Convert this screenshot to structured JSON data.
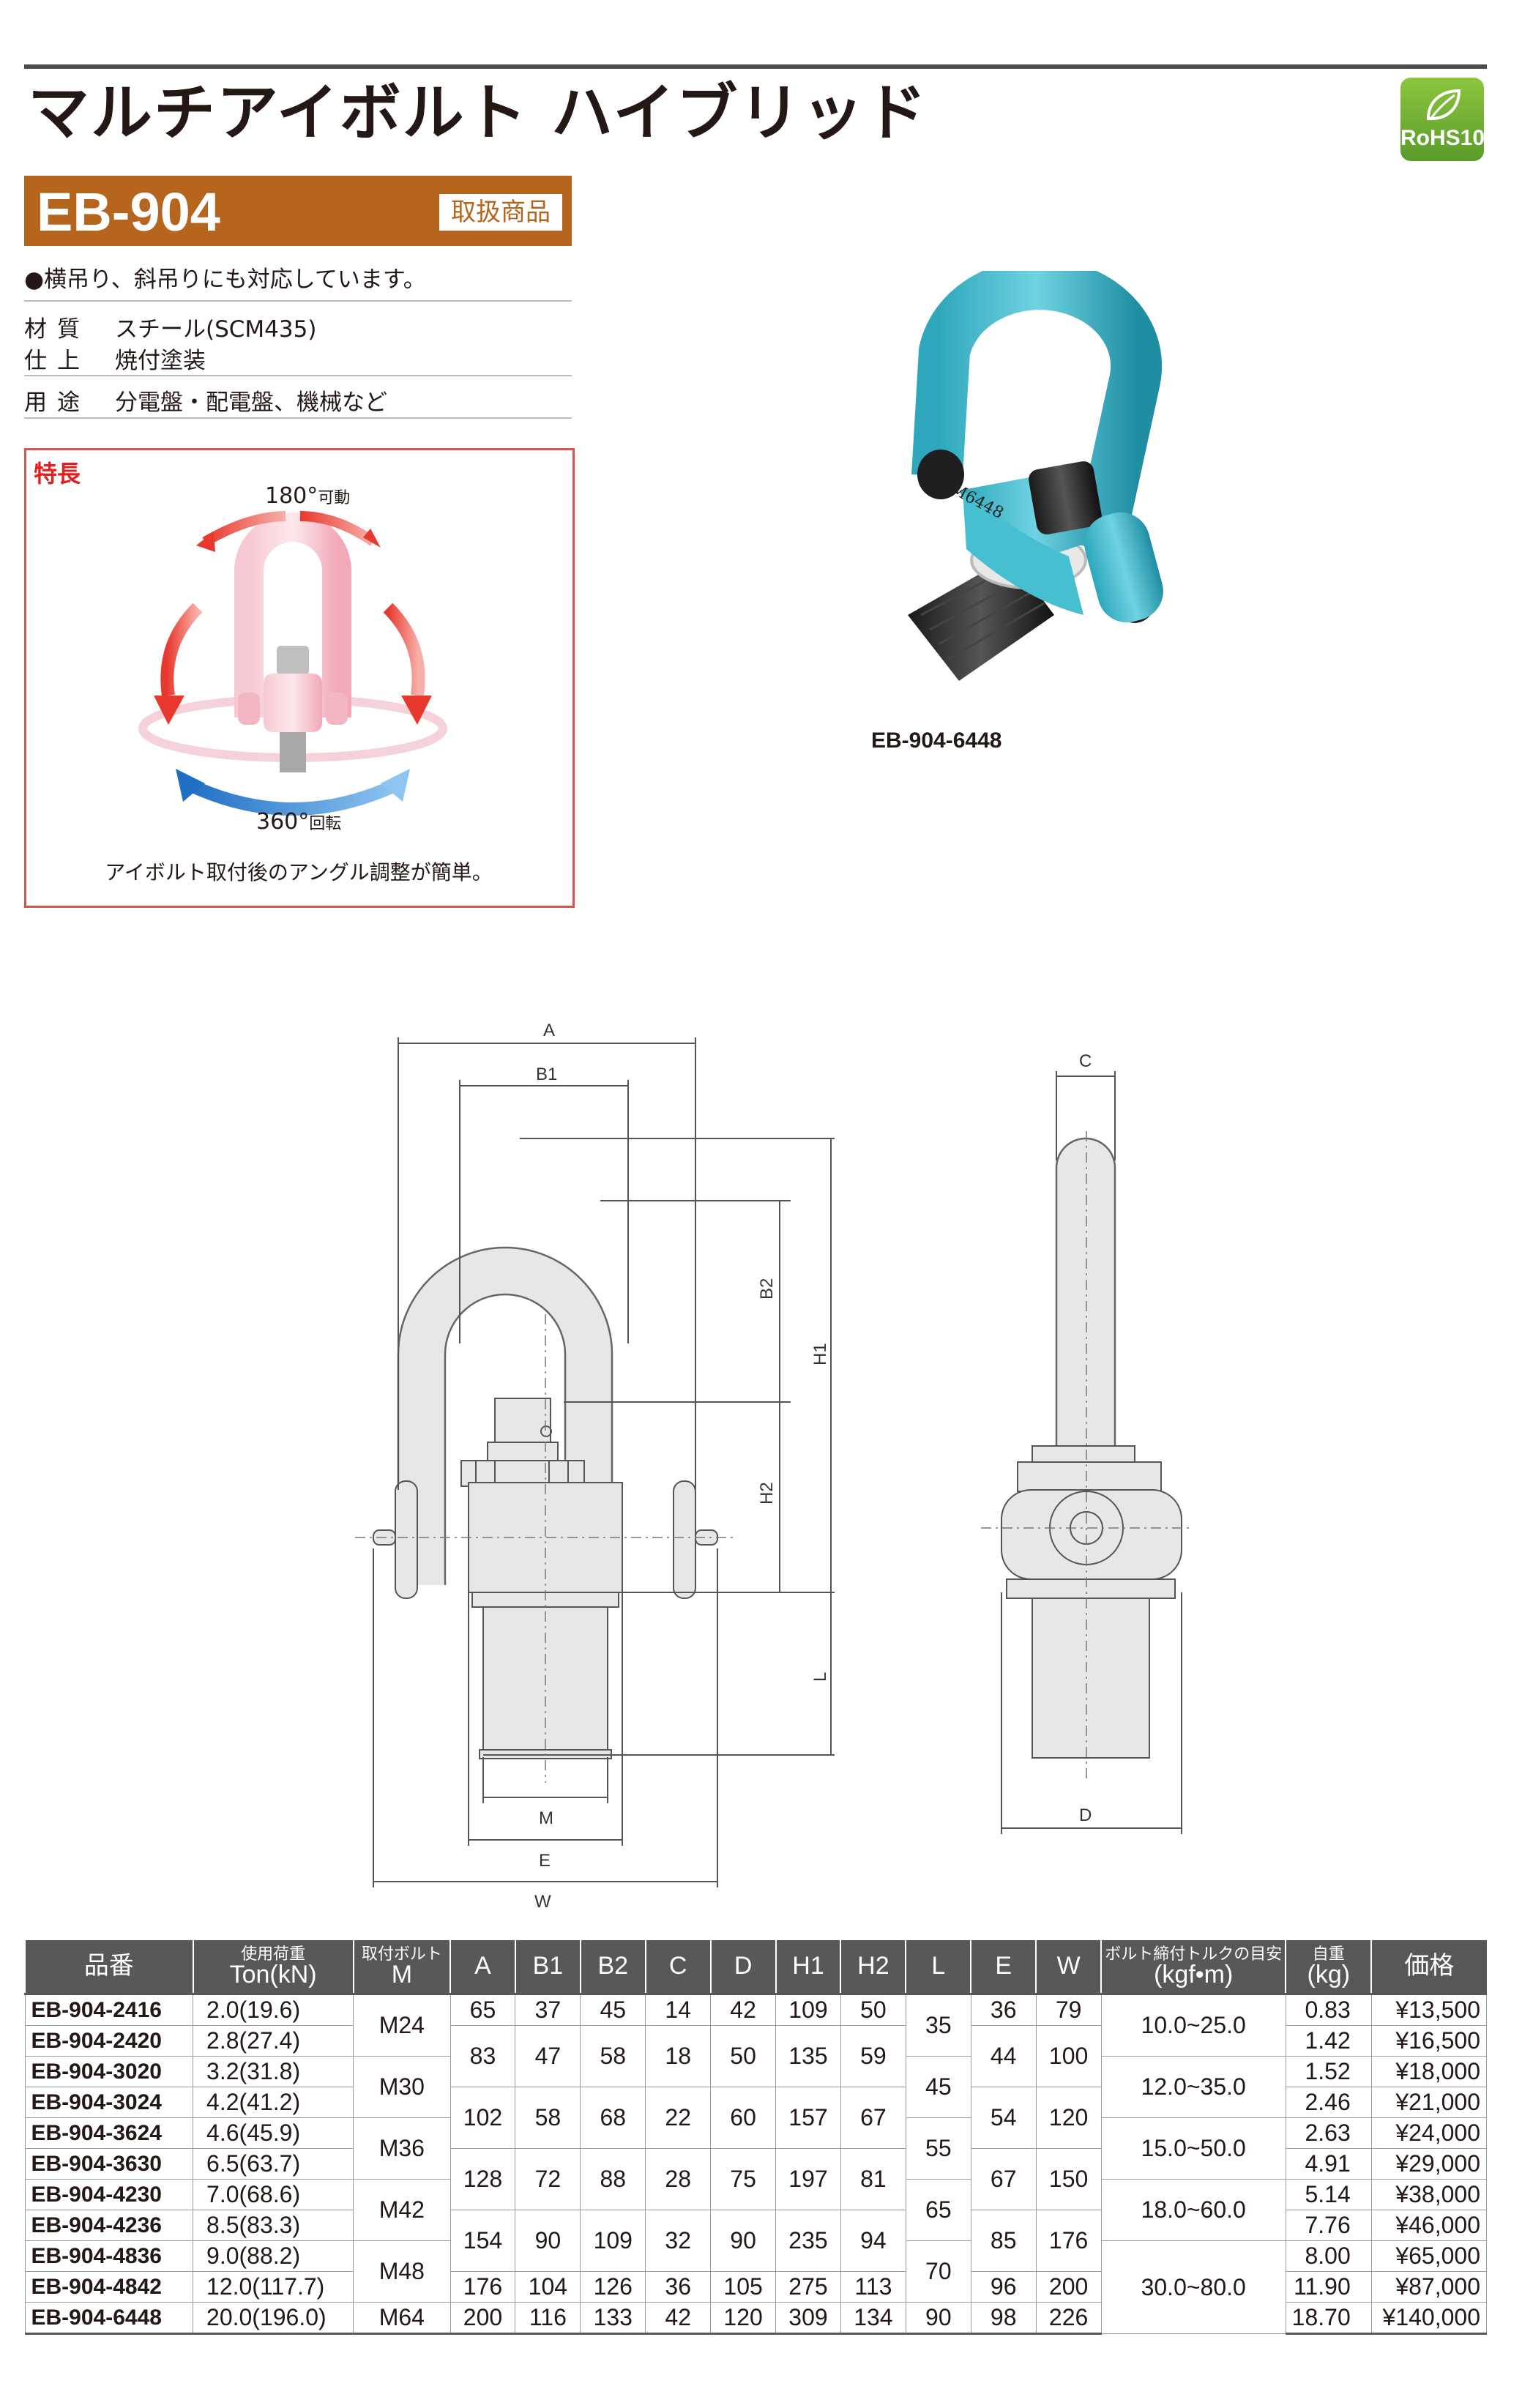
{
  "header": {
    "title": "マルチアイボルト ハイブリッド",
    "rohs_label": "RoHS10",
    "model": "EB-904",
    "handling_badge": "取扱商品"
  },
  "intro": {
    "bullet": "●横吊り、斜吊りにも対応しています。",
    "specs": [
      {
        "key": "材質",
        "value": "スチール(SCM435)"
      },
      {
        "key": "仕上",
        "value": "焼付塗装"
      },
      {
        "key": "用途",
        "value": "分電盤・配電盤、機械など"
      }
    ]
  },
  "features": {
    "title": "特長",
    "rotate_label_num": "180°",
    "rotate_label_txt": "可動",
    "swivel_label_num": "360°",
    "swivel_label_txt": "回転",
    "caption": "アイボルト取付後のアングル調整が簡単。"
  },
  "photo": {
    "stamp": "M6448",
    "label": "EB-904-6448"
  },
  "drawing": {
    "dims": {
      "A": "A",
      "B1": "B1",
      "B2": "B2",
      "H1": "H1",
      "H2": "H2",
      "L": "L",
      "M": "M",
      "E": "E",
      "W": "W",
      "C": "C",
      "D": "D"
    }
  },
  "table": {
    "headers": {
      "code": "品番",
      "load_top": "使用荷重",
      "load_unit": "Ton(kN)",
      "bolt_top": "取付ボルト",
      "bolt_unit": "M",
      "A": "A",
      "B1": "B1",
      "B2": "B2",
      "C": "C",
      "D": "D",
      "H1": "H1",
      "H2": "H2",
      "L": "L",
      "E": "E",
      "W": "W",
      "torque_top": "ボルト締付トルクの目安",
      "torque_unit": "(kgf•m)",
      "weight_top": "自重",
      "weight_unit": "(kg)",
      "price": "価格"
    },
    "rows": [
      {
        "code": "EB-904-2416",
        "load": "2.0(19.6)",
        "weight": "0.83",
        "price": "¥13,500"
      },
      {
        "code": "EB-904-2420",
        "load": "2.8(27.4)",
        "weight": "1.42",
        "price": "¥16,500"
      },
      {
        "code": "EB-904-3020",
        "load": "3.2(31.8)",
        "weight": "1.52",
        "price": "¥18,000"
      },
      {
        "code": "EB-904-3024",
        "load": "4.2(41.2)",
        "weight": "2.46",
        "price": "¥21,000"
      },
      {
        "code": "EB-904-3624",
        "load": "4.6(45.9)",
        "weight": "2.63",
        "price": "¥24,000"
      },
      {
        "code": "EB-904-3630",
        "load": "6.5(63.7)",
        "weight": "4.91",
        "price": "¥29,000"
      },
      {
        "code": "EB-904-4230",
        "load": "7.0(68.6)",
        "weight": "5.14",
        "price": "¥38,000"
      },
      {
        "code": "EB-904-4236",
        "load": "8.5(83.3)",
        "weight": "7.76",
        "price": "¥46,000"
      },
      {
        "code": "EB-904-4836",
        "load": "9.0(88.2)",
        "weight": "8.00",
        "price": "¥65,000"
      },
      {
        "code": "EB-904-4842",
        "load": "12.0(117.7)",
        "weight": "11.90",
        "price": "¥87,000"
      },
      {
        "code": "EB-904-6448",
        "load": "20.0(196.0)",
        "weight": "18.70",
        "price": "¥140,000"
      }
    ],
    "merged": {
      "bolt": [
        "M24",
        "M30",
        "M36",
        "M42",
        "M48",
        "M64"
      ],
      "dimsA": [
        {
          "A": "65",
          "B1": "37",
          "B2": "45",
          "C": "14",
          "D": "42",
          "H1": "109",
          "H2": "50",
          "E": "36",
          "W": "79"
        },
        {
          "A": "83",
          "B1": "47",
          "B2": "58",
          "C": "18",
          "D": "50",
          "H1": "135",
          "H2": "59",
          "E": "44",
          "W": "100"
        },
        {
          "A": "102",
          "B1": "58",
          "B2": "68",
          "C": "22",
          "D": "60",
          "H1": "157",
          "H2": "67",
          "E": "54",
          "W": "120"
        },
        {
          "A": "128",
          "B1": "72",
          "B2": "88",
          "C": "28",
          "D": "75",
          "H1": "197",
          "H2": "81",
          "E": "67",
          "W": "150"
        },
        {
          "A": "154",
          "B1": "90",
          "B2": "109",
          "C": "32",
          "D": "90",
          "H1": "235",
          "H2": "94",
          "E": "85",
          "W": "176"
        },
        {
          "A": "176",
          "B1": "104",
          "B2": "126",
          "C": "36",
          "D": "105",
          "H1": "275",
          "H2": "113",
          "E": "96",
          "W": "200"
        },
        {
          "A": "200",
          "B1": "116",
          "B2": "133",
          "C": "42",
          "D": "120",
          "H1": "309",
          "H2": "134",
          "E": "98",
          "W": "226"
        }
      ],
      "L": [
        "35",
        "45",
        "55",
        "65",
        "70",
        "90"
      ],
      "torque": [
        "10.0~25.0",
        "12.0~35.0",
        "15.0~50.0",
        "18.0~60.0",
        "30.0~80.0"
      ]
    }
  },
  "colors": {
    "accent_brown": "#b5651d",
    "feature_border": "#d9534f",
    "table_header": "#595757",
    "product_teal": "#3fb7c9"
  }
}
